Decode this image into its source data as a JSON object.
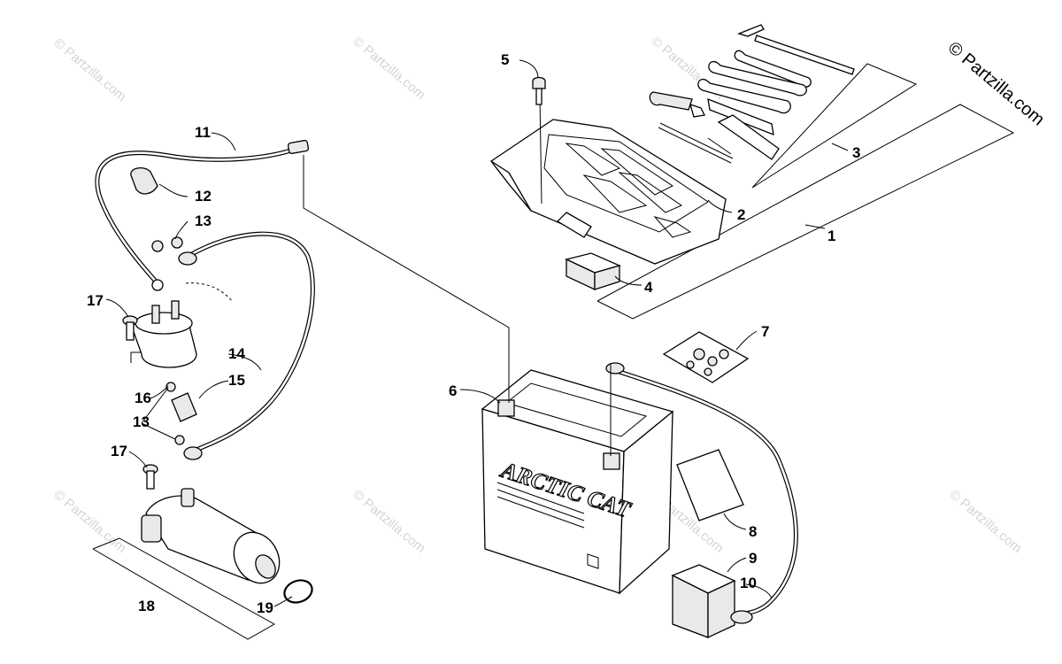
{
  "diagram": {
    "copyright": "© Partzilla.com",
    "watermark": "© Partzilla.com",
    "battery_brand": "ARCTIC CAT",
    "callouts": {
      "c1": "1",
      "c2": "2",
      "c3": "3",
      "c4": "4",
      "c5": "5",
      "c6": "6",
      "c7": "7",
      "c8": "8",
      "c9": "9",
      "c10": "10",
      "c11": "11",
      "c12": "12",
      "c13a": "13",
      "c13b": "13",
      "c14": "14",
      "c15": "15",
      "c16": "16",
      "c17a": "17",
      "c17b": "17",
      "c18": "18",
      "c19": "19"
    }
  }
}
